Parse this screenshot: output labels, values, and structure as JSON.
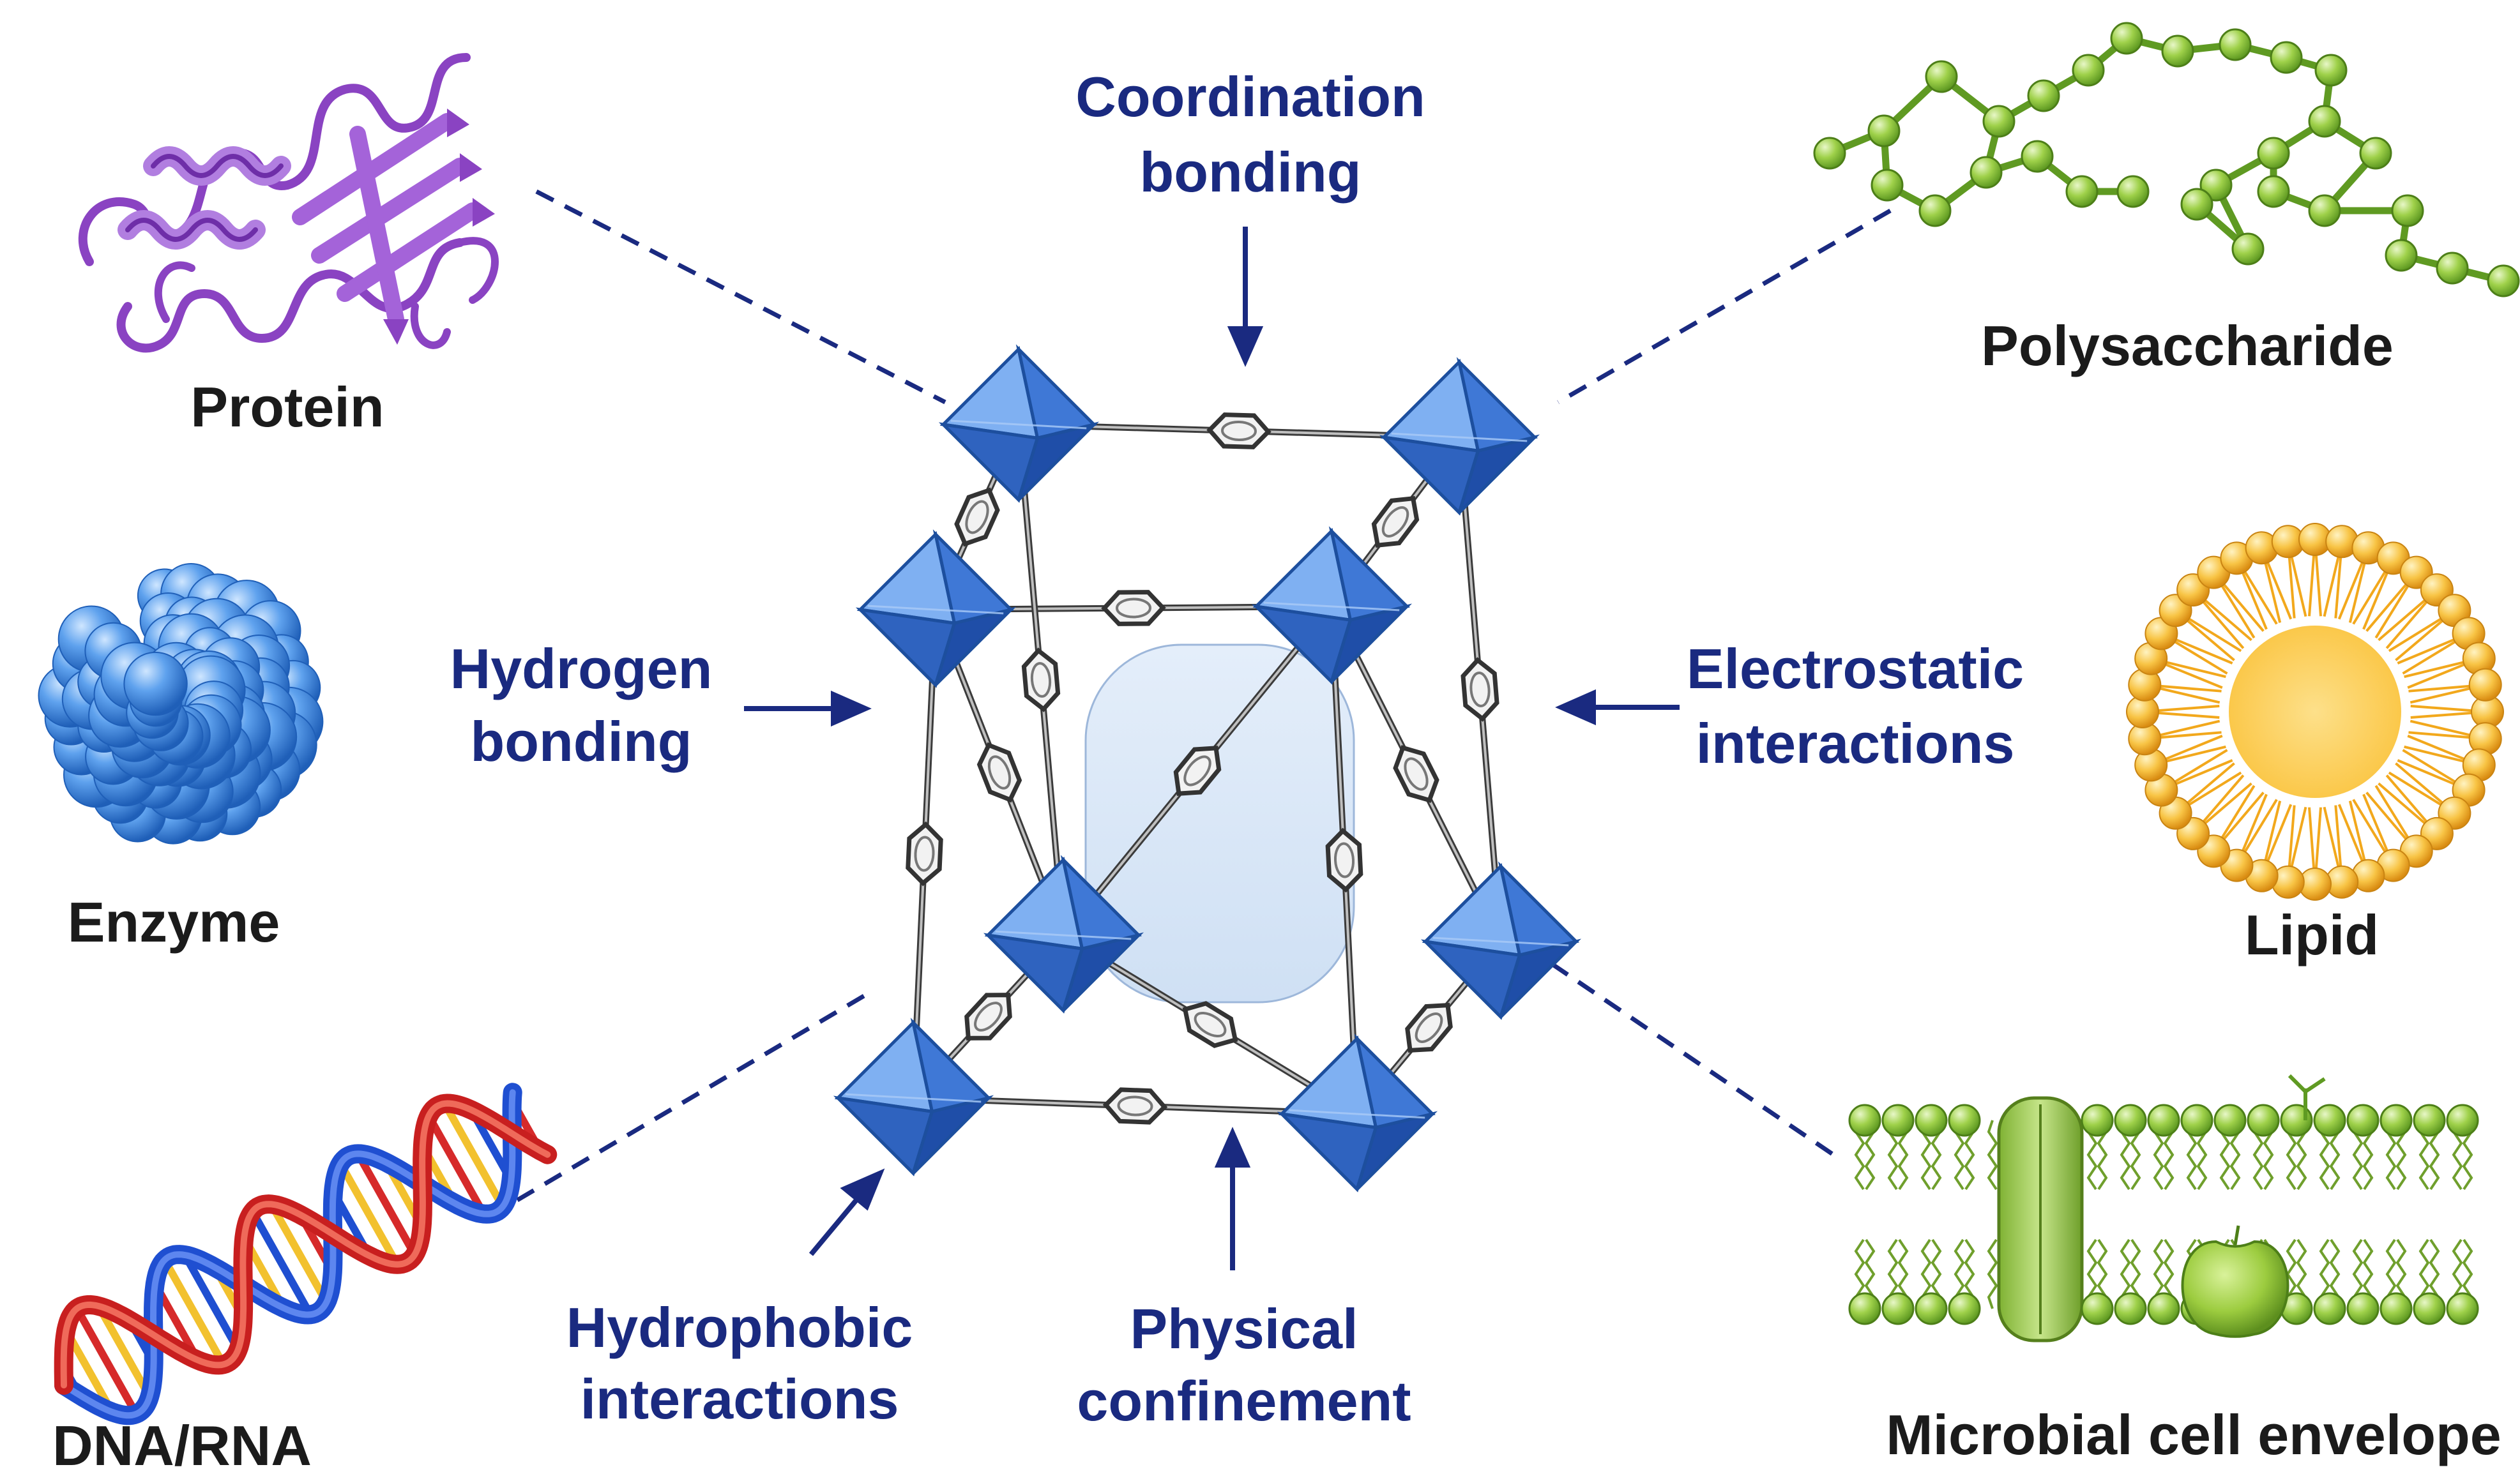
{
  "biomolecules": {
    "protein": "Protein",
    "enzyme": "Enzyme",
    "dna_rna": "DNA/RNA",
    "polysaccharide": "Polysaccharide",
    "lipid": "Lipid",
    "microbial_envelope": "Microbial cell envelope"
  },
  "interactions": {
    "coordination": [
      "Coordination",
      "bonding"
    ],
    "hydrogen": [
      "Hydrogen",
      "bonding"
    ],
    "electrostatic": [
      "Electrostatic",
      "interactions"
    ],
    "hydrophobic": [
      "Hydrophobic",
      "interactions"
    ],
    "confinement": [
      "Physical",
      "confinement"
    ]
  },
  "colors": {
    "label_blue": "#1a2a80",
    "label_dark": "#1b1b1b",
    "mof_octahedron": "#3f78d6",
    "mof_pore": "#dbe9f8",
    "protein": "#9b59c9",
    "enzyme": "#3f8ee6",
    "polysaccharide": "#8dc63f",
    "lipid": "#f6b93b",
    "membrane": "#8cc44a",
    "dna_blue": "#1f4fd1",
    "dna_red": "#d62a2a"
  }
}
